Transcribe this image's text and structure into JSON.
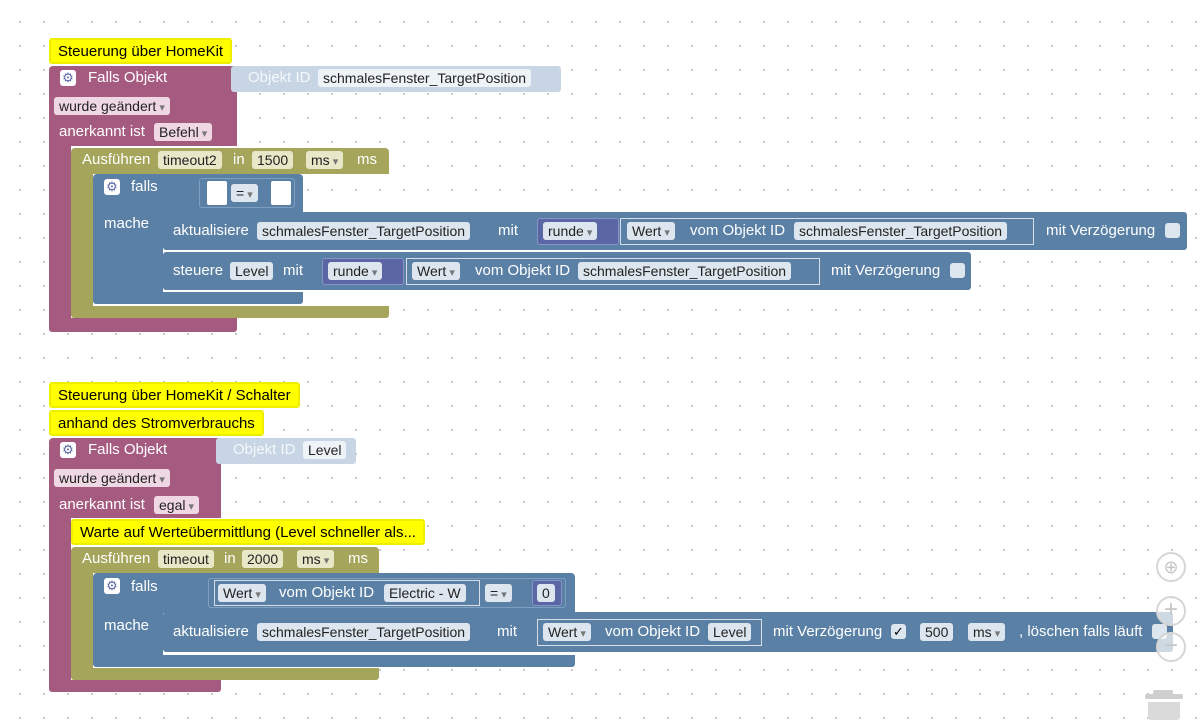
{
  "colors": {
    "event": "#a55b80",
    "timer": "#a5a55b",
    "logic": "#5b80a5",
    "math": "#5b67a5",
    "comment": "#ffff00"
  },
  "script1": {
    "comment": "Steuerung über HomeKit",
    "trigger": {
      "label": "Falls Objekt",
      "object_label": "Objekt ID",
      "object_id": "schmalesFenster_TargetPosition",
      "condition": "wurde geändert",
      "ack_label": "anerkannt ist",
      "ack_value": "Befehl"
    },
    "timeout": {
      "label": "Ausführen",
      "name": "timeout2",
      "in": "in",
      "value": "1500",
      "unit": "ms",
      "suffix": "ms"
    },
    "if": {
      "falls": "falls",
      "op": "=",
      "mache": "mache"
    },
    "update": {
      "label": "aktualisiere",
      "target": "schmalesFenster_TargetPosition",
      "with": "mit",
      "round": "runde",
      "value": "Wert",
      "from": "vom Objekt ID",
      "source": "schmalesFenster_TargetPosition",
      "delay": "mit Verzögerung"
    },
    "control": {
      "label": "steuere",
      "target": "Level",
      "with": "mit",
      "round": "runde",
      "value": "Wert",
      "from": "vom Objekt ID",
      "source": "schmalesFenster_TargetPosition",
      "delay": "mit Verzögerung"
    }
  },
  "script2": {
    "comment1": "Steuerung über HomeKit / Schalter",
    "comment2": "anhand des Stromverbrauchs",
    "trigger": {
      "label": "Falls Objekt",
      "object_label": "Objekt ID",
      "object_id": "Level",
      "condition": "wurde geändert",
      "ack_label": "anerkannt ist",
      "ack_value": "egal"
    },
    "timeout_comment": "Warte auf Werteübermittlung (Level schneller als...",
    "timeout": {
      "label": "Ausführen",
      "name": "timeout",
      "in": "in",
      "value": "2000",
      "unit": "ms",
      "suffix": "ms"
    },
    "if": {
      "falls": "falls",
      "value": "Wert",
      "from": "vom Objekt ID",
      "source": "Electric - W",
      "op": "=",
      "number": "0",
      "mache": "mache"
    },
    "update": {
      "label": "aktualisiere",
      "target": "schmalesFenster_TargetPosition",
      "with": "mit",
      "value": "Wert",
      "from": "vom Objekt ID",
      "source": "Level",
      "delay": "mit Verzögerung",
      "delay_checked": "✓",
      "delay_value": "500",
      "delay_unit": "ms",
      "clear": ", löschen falls läuft"
    }
  },
  "controls": {
    "center_icon": "crosshair-icon",
    "zoom_in": "+",
    "zoom_out": "−",
    "trash_icon": "trashcan-icon"
  }
}
